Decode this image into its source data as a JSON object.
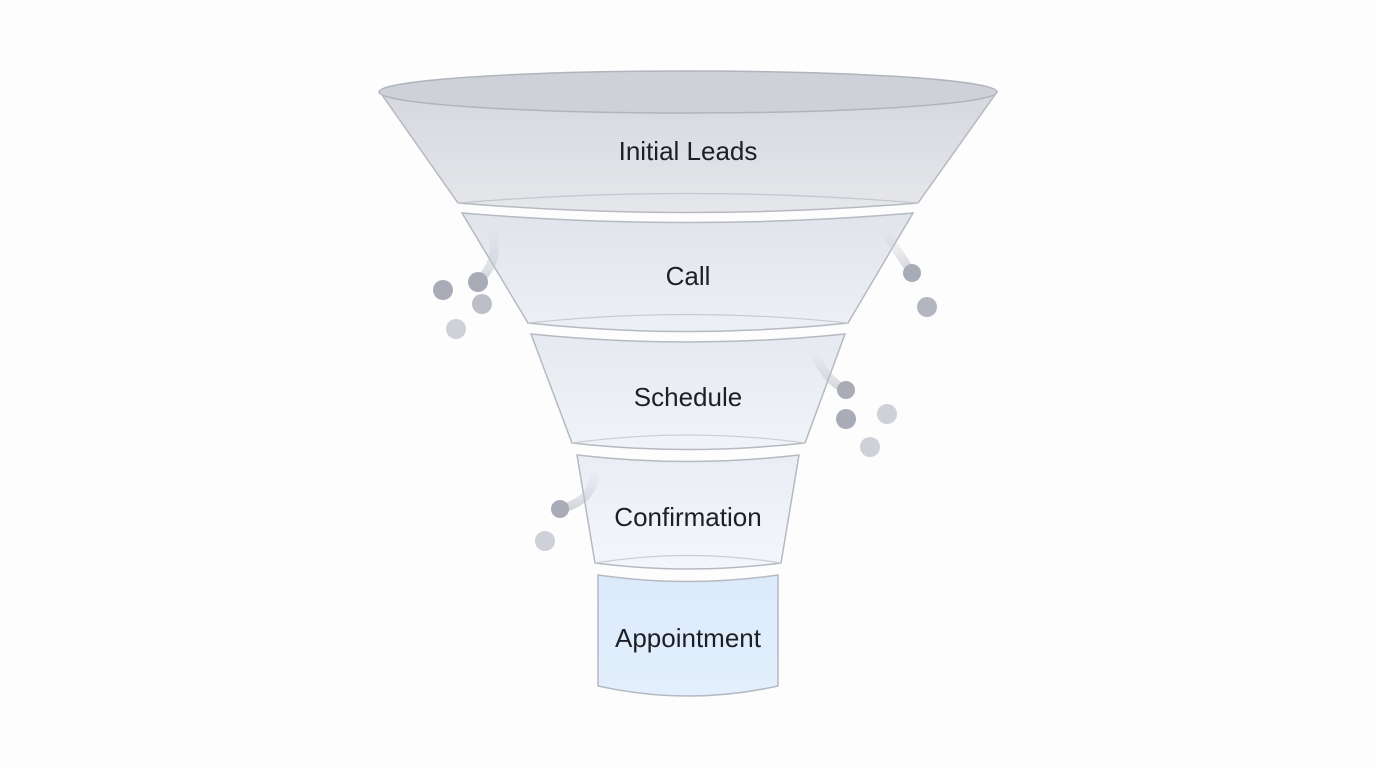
{
  "funnel": {
    "stages": [
      {
        "label": "Initial Leads"
      },
      {
        "label": "Call"
      },
      {
        "label": "Schedule"
      },
      {
        "label": "Confirmation"
      },
      {
        "label": "Appointment"
      }
    ]
  },
  "colors": {
    "background": "#fdfdfd",
    "stage_fills": [
      "#dfe0e5",
      "#e5e8ee",
      "#e9edf3",
      "#edf1f7",
      "#dbeafb"
    ],
    "outline": "#b5b9c2",
    "rim_top": "#cfd1d8",
    "drop_dark": "#a9acb6",
    "drop_light": "#cfd1d8",
    "label_text": "#1c1f26"
  }
}
